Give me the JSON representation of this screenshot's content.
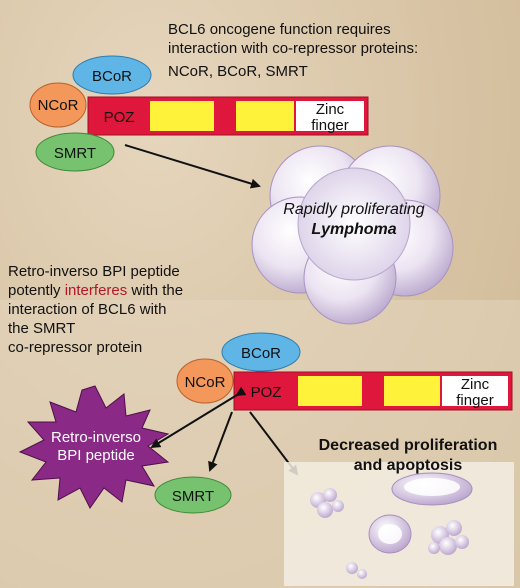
{
  "colors": {
    "background": "#d8c4a5",
    "gene_red": "#e0173c",
    "gene_yellow": "#fff23a",
    "ncor": "#f4975a",
    "bcor": "#5fb6e6",
    "smrt": "#76c26e",
    "peptide": "#8a2a86"
  },
  "top": {
    "intro_line1": "BCL6 oncogene function requires",
    "intro_line2": "interaction with co-repressor proteins:",
    "intro_line3": "NCoR, BCoR, SMRT",
    "bcor": "BCoR",
    "ncor": "NCoR",
    "smrt": "SMRT",
    "poz": "POZ",
    "zinc1": "Zinc",
    "zinc2": "finger",
    "outcome_line1": "Rapidly proliferating",
    "outcome_line2": "Lymphoma"
  },
  "bottom": {
    "desc_line1": "Retro-inverso BPI peptide",
    "desc_line2_pre": "potently ",
    "desc_line2_hl": "interferes",
    "desc_line2_post": " with the",
    "desc_line3": "interaction of BCL6 with",
    "desc_line4": "the SMRT",
    "desc_line5": "co-repressor protein",
    "bcor": "BCoR",
    "ncor": "NCoR",
    "smrt": "SMRT",
    "poz": "POZ",
    "zinc1": "Zinc",
    "zinc2": "finger",
    "peptide1": "Retro-inverso",
    "peptide2": "BPI peptide",
    "outcome_line1": "Decreased proliferation",
    "outcome_line2": "and apoptosis"
  }
}
